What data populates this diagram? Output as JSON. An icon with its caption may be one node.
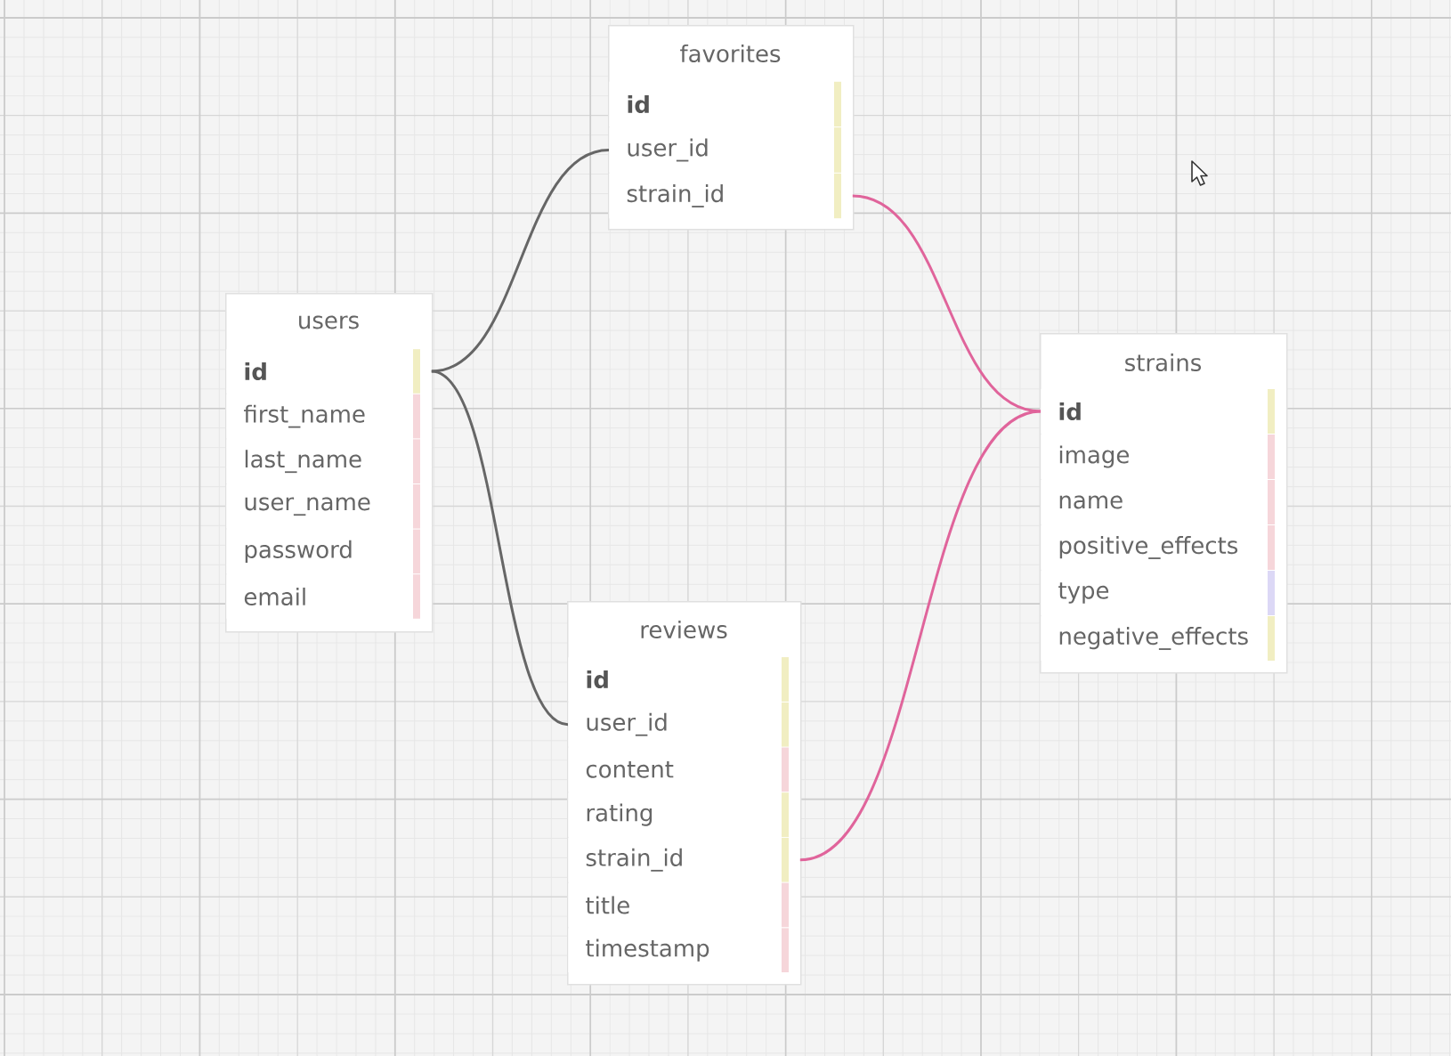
{
  "diagram": {
    "nodes": [
      {
        "text": [
          "favorites"
        ]
      },
      {
        "text": [
          "id"
        ],
        "in": 0
      },
      {
        "text": [
          "user_id"
        ],
        "in": 0
      },
      {
        "text": [
          "strain_id"
        ],
        "in": 0
      },
      {
        "text": [
          "users"
        ]
      },
      {
        "text": [
          "id"
        ],
        "in": 4
      },
      {
        "text": [
          "first_name"
        ],
        "in": 4
      },
      {
        "text": [
          "last_name"
        ],
        "in": 4
      },
      {
        "text": [
          "user_name"
        ],
        "in": 4
      },
      {
        "text": [
          "password"
        ],
        "in": 4
      },
      {
        "text": [
          "email"
        ],
        "in": 4
      },
      {
        "text": [
          "strains"
        ]
      },
      {
        "text": [
          "id"
        ],
        "in": 11
      },
      {
        "text": [
          "image"
        ],
        "in": 11
      },
      {
        "text": [
          "name"
        ],
        "in": 11
      },
      {
        "text": [
          "positive_effects"
        ],
        "in": 11
      },
      {
        "text": [
          "type"
        ],
        "in": 11
      },
      {
        "text": [
          "negative_effects"
        ],
        "in": 11
      },
      {
        "text": [
          "reviews"
        ]
      },
      {
        "text": [
          "id"
        ],
        "in": 18
      },
      {
        "text": [
          "user_id"
        ],
        "in": 18
      },
      {
        "text": [
          "content"
        ],
        "in": 18
      },
      {
        "text": [
          "rating"
        ],
        "in": 18
      },
      {
        "text": [
          "strain_id"
        ],
        "in": 18
      },
      {
        "text": [
          "title"
        ],
        "in": 18
      },
      {
        "text": [
          "timestamp"
        ],
        "in": 18
      }
    ],
    "edges": [
      {
        "from": 5,
        "to": 2,
        "arrow": "none",
        "color": "#666666"
      },
      {
        "from": 5,
        "to": 20,
        "arrow": "none",
        "color": "#666666"
      },
      {
        "from": 3,
        "to": 12,
        "arrow": "none",
        "color": "#e0649b"
      },
      {
        "from": 23,
        "to": 12,
        "arrow": "none",
        "color": "#e0649b"
      }
    ]
  }
}
